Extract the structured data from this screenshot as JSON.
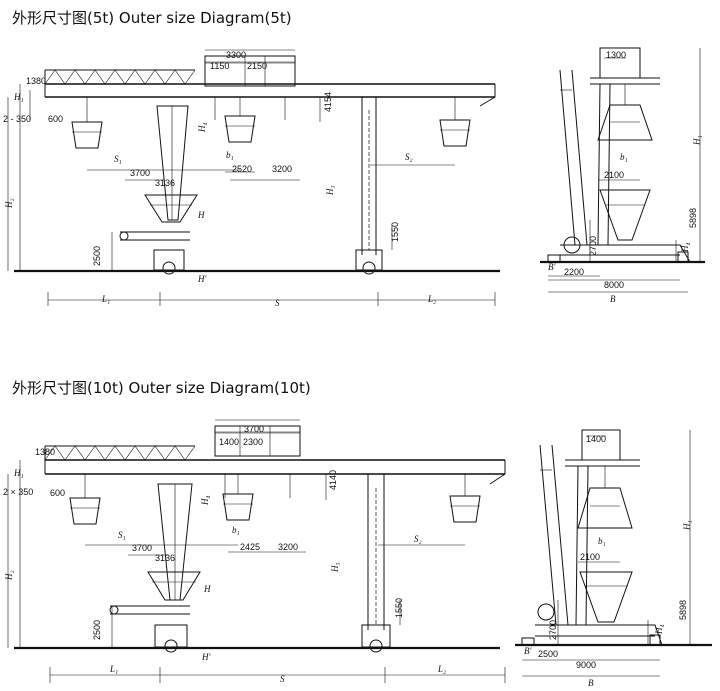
{
  "diagrams": [
    {
      "title": "外形尺寸图(5t)   Outer size Diagram(5t)",
      "front": {
        "dims": {
          "d3300": "3300",
          "d1150": "1150",
          "d2150": "2150",
          "d1380": "1380",
          "d2x350": "2 - 350",
          "d600": "600",
          "d3700": "3700",
          "d3136": "3136",
          "d2520": "2520",
          "d3200": "3200",
          "d4154": "4154",
          "d2500": "2500",
          "d1550": "1550"
        },
        "labels": {
          "H1": "H₁",
          "H2": "H₂",
          "H3": "H₃",
          "H": "H",
          "H4": "H₄",
          "Hs": "H'",
          "S1": "S₁",
          "S2": "S₂",
          "S": "S",
          "L1": "L₁",
          "L2": "L₂",
          "b1": "b₁"
        }
      },
      "side": {
        "dims": {
          "d1300": "1300",
          "d2100": "2100",
          "d5898": "5898",
          "d2700": "2700",
          "d2200": "2200",
          "d8000": "8000"
        },
        "labels": {
          "H1": "H₁",
          "H4": "H₄",
          "b1": "b₁",
          "B": "B",
          "Bp": "B'"
        }
      }
    },
    {
      "title": "外形尺寸图(10t)   Outer size Diagram(10t)",
      "front": {
        "dims": {
          "d3700top": "3700",
          "d1400": "1400",
          "d2300": "2300",
          "d1380": "1380",
          "d2x350": "2 × 350",
          "d600": "600",
          "d3700": "3700",
          "d3136": "3136",
          "d2425": "2425",
          "d3200": "3200",
          "d4140": "4140",
          "d2500": "2500",
          "d1550": "1550"
        },
        "labels": {
          "H1": "H₁",
          "H2": "H₂",
          "H3": "H₃",
          "H": "H",
          "H4": "H₄",
          "Hs": "H'",
          "S1": "S₁",
          "S2": "S₂",
          "S": "S",
          "L1": "L₁",
          "L2": "L₂",
          "b1": "b₁"
        }
      },
      "side": {
        "dims": {
          "d1400": "1400",
          "d2100": "2100",
          "d5898": "5898",
          "d2700": "2700",
          "d2500": "2500",
          "d9000": "9000"
        },
        "labels": {
          "H1": "H₁",
          "H4": "H₄",
          "b1": "b₁",
          "B": "B",
          "Bp": "B'"
        }
      }
    }
  ]
}
